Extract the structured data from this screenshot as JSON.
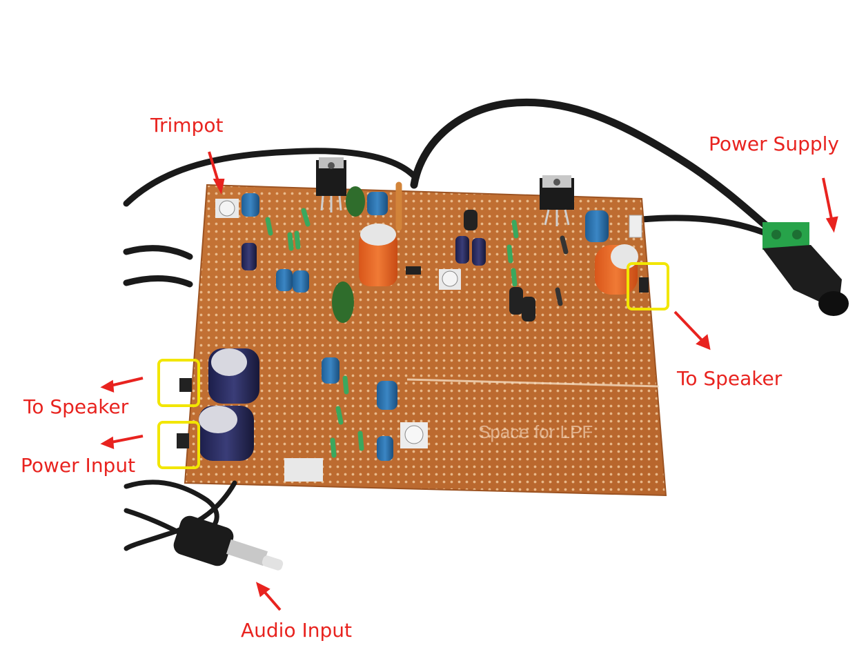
{
  "labels": {
    "trimpot": "Trimpot",
    "power_supply": "Power Supply",
    "to_speaker_right": "To Speaker",
    "to_speaker_left": "To Speaker",
    "power_input": "Power Input",
    "audio_input": "Audio Input",
    "board_note": "Space for LPF"
  },
  "colors": {
    "label_text": "#e8231f",
    "arrow": "#e8231f",
    "highlight_box": "#f2e600",
    "board": "#c9773a",
    "cable": "#1a1a1a"
  }
}
